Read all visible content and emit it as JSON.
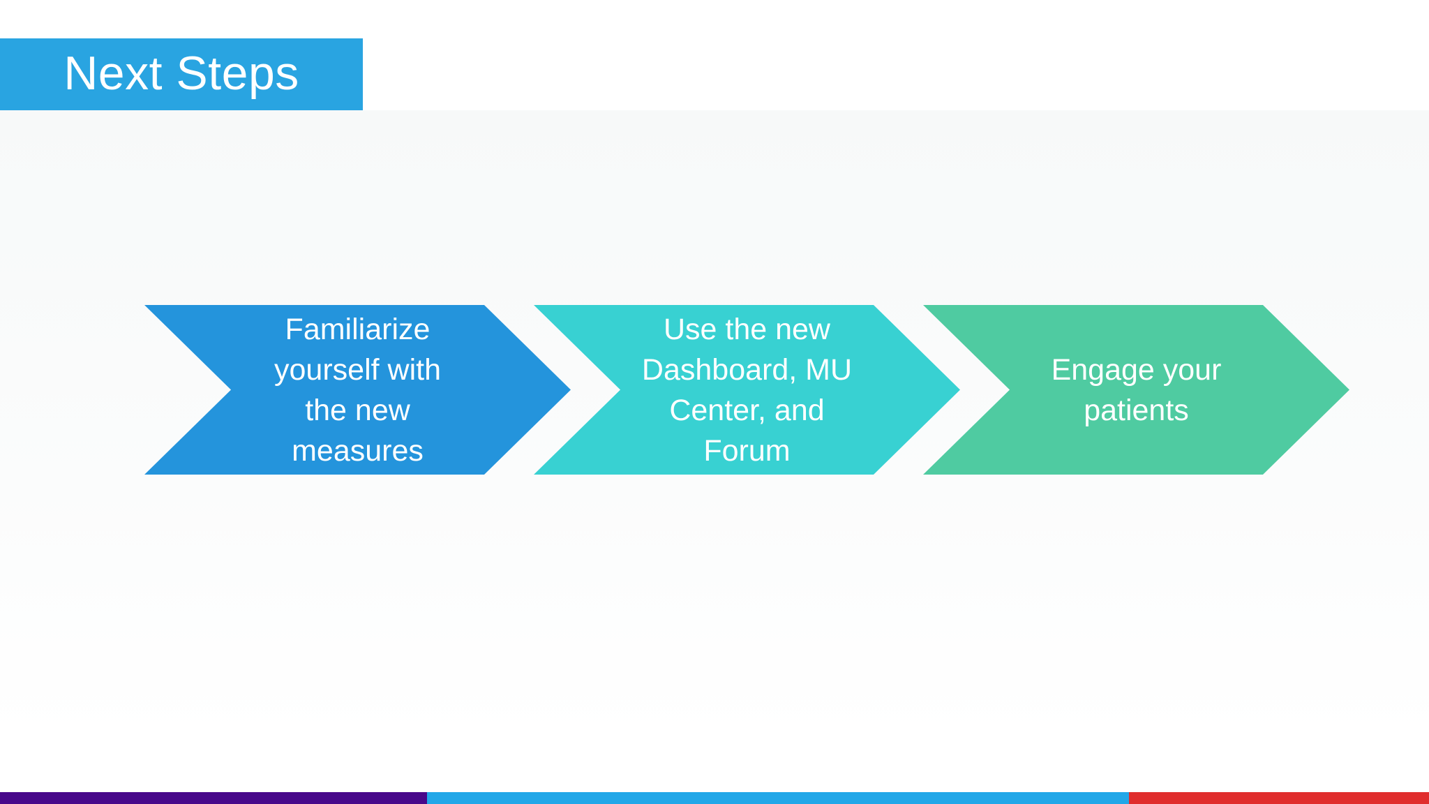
{
  "slide": {
    "title": "Next Steps",
    "title_bar_color": "#29A4E1",
    "title_text_color": "#FFFFFF",
    "background_color": "#FFFFFF",
    "process": {
      "type": "chevron-flow",
      "direction": "left-to-right",
      "steps": [
        {
          "label": "Familiarize\nyourself with\nthe new\nmeasures",
          "color": "#2494DC",
          "text_color": "#FFFFFF"
        },
        {
          "label": "Use the new\nDashboard, MU\nCenter, and\nForum",
          "color": "#38D1D2",
          "text_color": "#FFFFFF"
        },
        {
          "label": "Engage your\npatients",
          "color": "#4FCBA1",
          "text_color": "#FFFFFF"
        }
      ]
    },
    "footer_bar": {
      "segments": [
        {
          "name": "purple",
          "color": "#48088A",
          "width_pct": 29.9
        },
        {
          "name": "blue",
          "color": "#22A7E8",
          "width_pct": 49.1
        },
        {
          "name": "red",
          "color": "#E02D2D",
          "width_pct": 21.0
        }
      ]
    }
  }
}
